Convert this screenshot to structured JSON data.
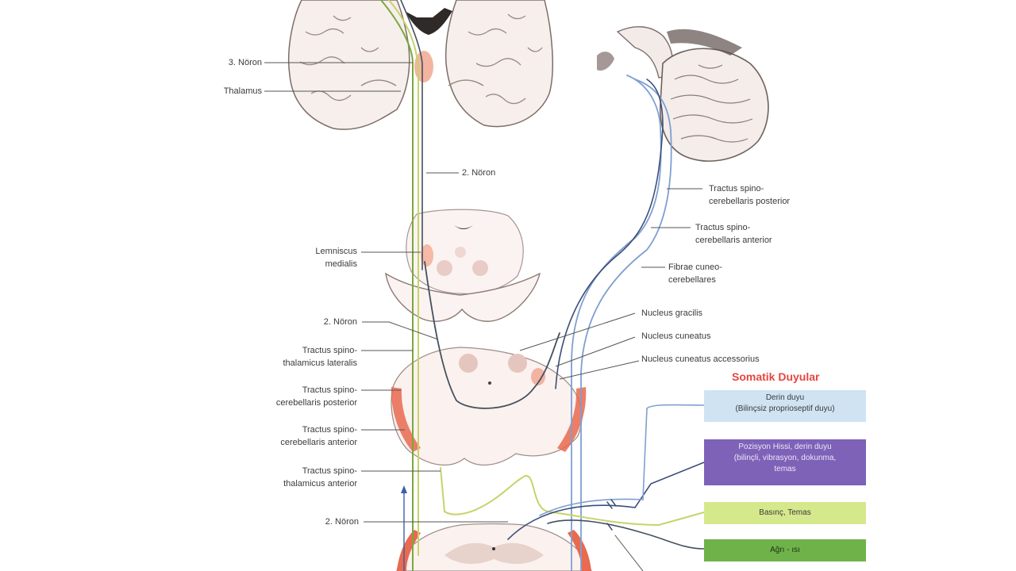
{
  "labels": {
    "noron3": "3. Nöron",
    "thalamus": "Thalamus",
    "noron2_top": "2. Nöron",
    "lemniscus": [
      "Lemniscus",
      "medialis"
    ],
    "noron2_mid": "2. Nöron",
    "tract_spinothal_lat": [
      "Tractus spino-",
      "thalamicus lateralis"
    ],
    "tract_spinocer_post_left": [
      "Tractus spino-",
      "cerebellaris posterior"
    ],
    "tract_spinocer_ant_left": [
      "Tractus spino-",
      "cerebellaris anterior"
    ],
    "tract_spinothal_ant": [
      "Tractus spino-",
      "thalamicus anterior"
    ],
    "noron2_bottom": "2. Nöron",
    "tract_spinocer_post_right": [
      "Tractus spino-",
      "cerebellaris posterior"
    ],
    "tract_spinocer_ant_right": [
      "Tractus spino-",
      "cerebellaris anterior"
    ],
    "fibrae": [
      "Fibrae cuneo-",
      "cerebellares"
    ],
    "nucleus_gracilis": "Nucleus gracilis",
    "nucleus_cuneatus": "Nucleus cuneatus",
    "nucleus_cuneatus_acc": "Nucleus cuneatus accessorius"
  },
  "legend": {
    "title": "Somatik Duyular",
    "items": [
      {
        "lines": [
          "Derin duyu",
          "(Bilinçsiz proprioseptif duyu)"
        ],
        "color": "#cfe3f3",
        "text_color": "#3a3a3a"
      },
      {
        "lines": [
          "Pozisyon Hissi, derin duyu",
          "(bilinçli, vibrasyon, dokunma,",
          "temas"
        ],
        "color": "#7e62b8",
        "text_color": "#ece6f7"
      },
      {
        "lines": [
          "Basınç, Temas"
        ],
        "color": "#d6e88c",
        "text_color": "#3a3a3a"
      },
      {
        "lines": [
          "Ağrı - ısı"
        ],
        "color": "#6fb24a",
        "text_color": "#1f2f12"
      }
    ]
  },
  "colors": {
    "tract_yellow": "#c7d36b",
    "tract_green": "#7aa83c",
    "tract_dark": "#44505e",
    "tract_blue": "#7f9fd1",
    "tract_navy": "#3b4f7a",
    "tissue_fill": "#fbf1ee",
    "tissue_stroke": "#8d7b76",
    "red_highlight": "#e86a4f"
  }
}
